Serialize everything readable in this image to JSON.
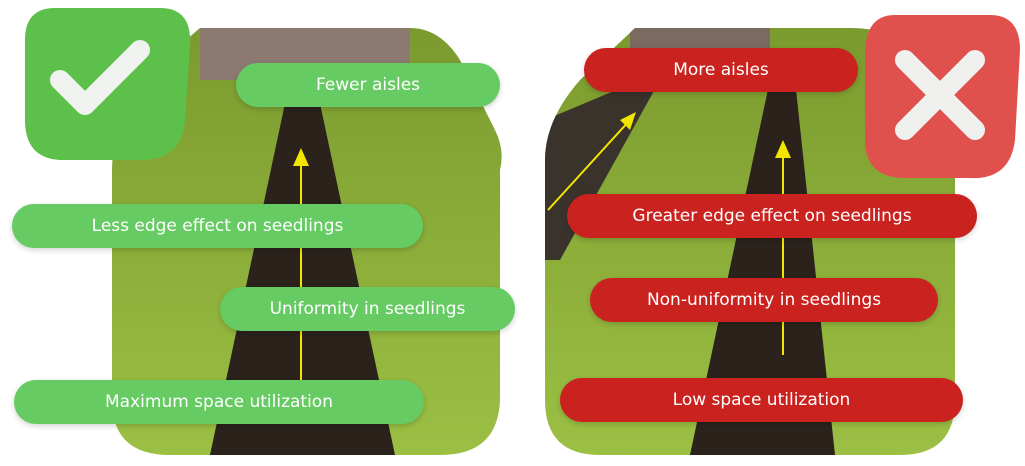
{
  "good": {
    "labels": [
      "Fewer aisles",
      "Less edge effect on seedlings",
      "Uniformity in seedlings",
      "Maximum space utilization"
    ],
    "icon": "check-icon",
    "color": "#66cb62"
  },
  "bad": {
    "labels": [
      "More aisles",
      "Greater edge effect on seedlings",
      "Non-uniformity in seedlings",
      "Low space utilization"
    ],
    "icon": "cross-icon",
    "color": "#c9221f"
  },
  "arrow_color": "#f2e600"
}
